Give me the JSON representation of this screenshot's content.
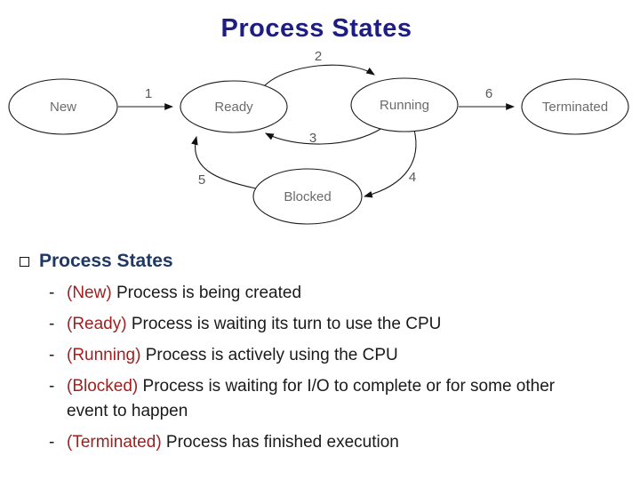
{
  "title": "Process States",
  "colors": {
    "title_blue": "#1e1e82",
    "heading_blue": "#1f3864",
    "term_red": "#a02020",
    "node_label_gray": "#6b6b6b",
    "edge_black": "#1a1a1a",
    "background": "#ffffff"
  },
  "diagram": {
    "nodes": [
      {
        "id": "new",
        "label": "New"
      },
      {
        "id": "ready",
        "label": "Ready"
      },
      {
        "id": "running",
        "label": "Running"
      },
      {
        "id": "terminated",
        "label": "Terminated"
      },
      {
        "id": "blocked",
        "label": "Blocked"
      }
    ],
    "transitions": [
      {
        "num": "1",
        "from": "New",
        "to": "Ready"
      },
      {
        "num": "2",
        "from": "Ready",
        "to": "Running"
      },
      {
        "num": "3",
        "from": "Running",
        "to": "Ready"
      },
      {
        "num": "4",
        "from": "Running",
        "to": "Blocked"
      },
      {
        "num": "5",
        "from": "Blocked",
        "to": "Ready"
      },
      {
        "num": "6",
        "from": "Running",
        "to": "Terminated"
      }
    ]
  },
  "content": {
    "heading": "Process States",
    "dash": "-",
    "items": [
      {
        "term": "(New)",
        "desc": " Process is being created"
      },
      {
        "term": "(Ready)",
        "desc": " Process is waiting its turn to use the CPU"
      },
      {
        "term": "(Running)",
        "desc": " Process is actively using the CPU"
      },
      {
        "term": "(Blocked)",
        "desc": " Process is waiting for I/O to complete or for some other event to happen"
      },
      {
        "term": "(Terminated)",
        "desc": " Process has finished execution"
      }
    ]
  }
}
